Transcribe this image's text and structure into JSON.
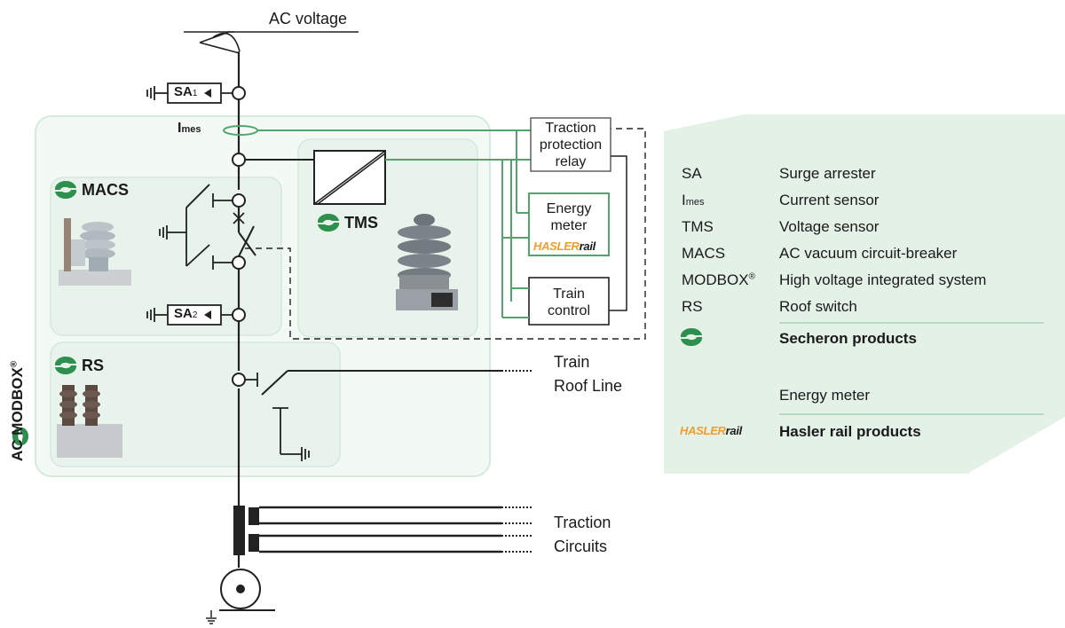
{
  "header": {
    "ac_voltage": "AC voltage"
  },
  "modules": {
    "macs": "MACS",
    "tms": "TMS",
    "rs": "RS",
    "modbox_title": "AC MODBOX",
    "modbox_reg": "®"
  },
  "components": {
    "sa1_main": "SA",
    "sa1_sub": "1",
    "sa2_main": "SA",
    "sa2_sub": "2",
    "imes_main": "I",
    "imes_sub": "mes"
  },
  "boxes": {
    "traction_protection_relay": [
      "Traction",
      "protection",
      "relay"
    ],
    "energy_meter": [
      "Energy",
      "meter"
    ],
    "train_control": [
      "Train",
      "control"
    ]
  },
  "outputs": {
    "train_roof_line": [
      "Train",
      "Roof Line"
    ],
    "traction_circuits": [
      "Traction",
      "Circuits"
    ]
  },
  "brand": {
    "hasler_part1": "HASLER",
    "hasler_part2": "rail"
  },
  "legend": {
    "rows": [
      {
        "abbr": "SA",
        "desc": "Surge arrester"
      },
      {
        "abbr_main": "I",
        "abbr_sub": "mes",
        "desc": "Current sensor"
      },
      {
        "abbr": "TMS",
        "desc": "Voltage sensor"
      },
      {
        "abbr": "MACS",
        "desc": "AC vacuum circuit-breaker"
      },
      {
        "abbr": "MODBOX",
        "abbr_sup": "®",
        "desc": "High voltage integrated system"
      },
      {
        "abbr": "RS",
        "desc": "Roof switch"
      }
    ],
    "secheron_label": "Secheron products",
    "energy_meter": "Energy meter",
    "hasler_label": "Hasler rail products"
  },
  "colors": {
    "green": "#5aa874",
    "green_line": "#4fa56b",
    "panel_fill": "#e6f2ea",
    "module_fill": "#eef6f0",
    "hasler_orange": "#f39c2c"
  }
}
